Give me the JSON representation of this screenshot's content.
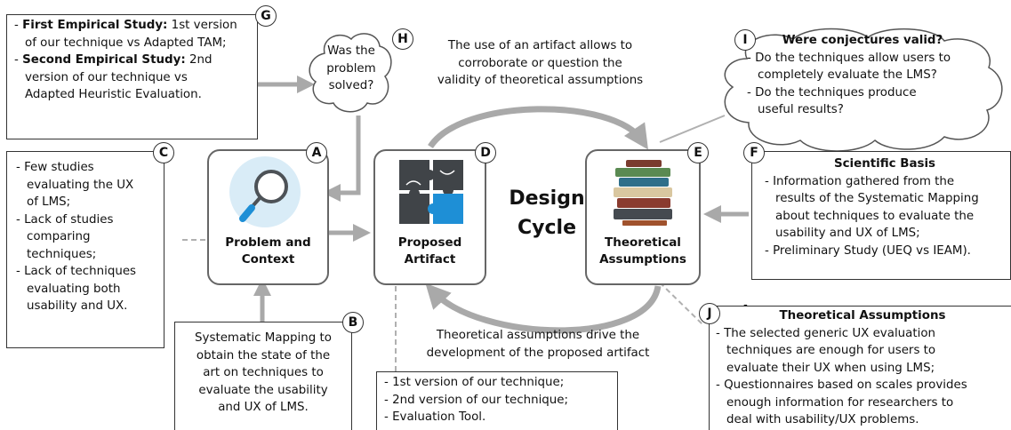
{
  "badges": {
    "a": "A",
    "b": "B",
    "c": "C",
    "d": "D",
    "e": "E",
    "f": "F",
    "g": "G",
    "h": "H",
    "i": "I",
    "j": "J"
  },
  "center_title": [
    "Design",
    "Cycle"
  ],
  "blocks": {
    "problem": [
      "Problem and",
      "Context"
    ],
    "artifact": [
      "Proposed",
      "Artifact"
    ],
    "assumptions": [
      "Theoretical",
      "Assumptions"
    ]
  },
  "top_caption": [
    "The use of an artifact allows to",
    "corroborate or question the",
    "validity of theoretical assumptions"
  ],
  "bottom_caption": [
    "Theoretical assumptions drive the",
    "development of the proposed artifact"
  ],
  "g_box": {
    "items": [
      {
        "bold": "First Empirical Study:",
        "rest": " 1st version",
        "cont": [
          "of our technique vs Adapted TAM;"
        ]
      },
      {
        "bold": "Second Empirical Study:",
        "rest": " 2nd",
        "cont": [
          "version of our technique vs",
          "Adapted Heuristic Evaluation."
        ]
      }
    ]
  },
  "h_cloud": [
    "Was the",
    "problem",
    "solved?"
  ],
  "i_cloud": {
    "title": "Were conjectures valid?",
    "lines": [
      "- Do the techniques allow users to",
      "completely evaluate the LMS?",
      "- Do the techniques produce",
      "useful results?"
    ]
  },
  "c_box": [
    "- Few studies",
    "evaluating the UX",
    "of LMS;",
    "- Lack of studies",
    "comparing",
    "techniques;",
    "- Lack of techniques",
    "evaluating both",
    "usability and UX."
  ],
  "b_box": [
    "Systematic Mapping to",
    "obtain the state of the",
    "art on techniques to",
    "evaluate the usability",
    "and UX of LMS."
  ],
  "d_box": [
    "- 1st version of our technique;",
    "- 2nd version of our technique;",
    "- Evaluation Tool."
  ],
  "f_box": {
    "title": "Scientific Basis",
    "lines": [
      "- Information gathered from the",
      "results of the Systematic Mapping",
      "about techniques to evaluate the",
      "usability and UX of LMS;",
      "- Preliminary Study (UEQ vs IEAM)."
    ]
  },
  "j_box": {
    "stray": "-",
    "title": "Theoretical Assumptions",
    "lines": [
      "- The selected generic UX evaluation",
      "techniques are enough for users to",
      "evaluate their UX when using LMS;",
      "- Questionnaires based on scales provides",
      "enough information for researchers to",
      "deal with usability/UX problems."
    ]
  },
  "colors": {
    "arrow": "#a9a9a9",
    "border": "#333333",
    "puzzle_dark": "#404448",
    "puzzle_blue": "#1e8fd6",
    "magnifier_bg": "#d9ecf7"
  },
  "icons": [
    "magnifier-icon",
    "puzzle-icon",
    "books-icon"
  ]
}
